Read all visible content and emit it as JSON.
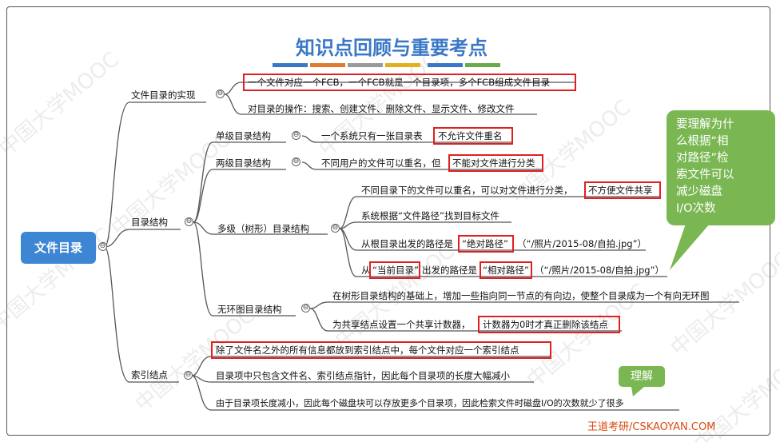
{
  "title": "知识点回顾与重要考点",
  "colors": {
    "title_bars": [
      "#3a78c6",
      "#e07a33",
      "#9a9a9a",
      "#e0b020",
      "#3a78c6",
      "#6aaa4a"
    ],
    "root_fill": "#3d86d4",
    "note_fill": "#7ab753",
    "highlight_border": "#e02020",
    "footer_text": "#d84a10"
  },
  "root": "文件目录",
  "branches": {
    "impl": {
      "label": "文件目录的实现",
      "items": [
        "一个文件对应一个FCB，一个FCB就是一个目录项，多个FCB组成文件目录",
        "对目录的操作：搜索、创建文件、删除文件、显示文件、修改文件"
      ]
    },
    "structure": {
      "label": "目录结构",
      "single": {
        "label": "单级目录结构",
        "text": "一个系统只有一张目录表",
        "highlight": "不允许文件重名"
      },
      "two": {
        "label": "两级目录结构",
        "text": "不同用户的文件可以重名，但",
        "highlight": "不能对文件进行分类"
      },
      "multi": {
        "label": "多级（树形）目录结构",
        "item1": {
          "text": "不同目录下的文件可以重名，可以对文件进行分类，",
          "highlight": "不方便文件共享"
        },
        "item2": {
          "text": "系统根据“文件路径”找到目标文件"
        },
        "item3": {
          "text": "从根目录出发的路径是",
          "highlight": "“绝对路径”",
          "rest": "（“/照片/2015-08/自拍.jpg”）"
        },
        "item4": {
          "prefix": "从",
          "highlight1": "“当前目录”",
          "middle": "出发的路径是",
          "highlight2": "“相对路径”",
          "rest": "（“/照片/2015-08/自拍.jpg”）"
        }
      },
      "acyclic": {
        "label": "无环图目录结构",
        "item1": "在树形目录结构的基础上，增加一些指向同一节点的有向边，使整个目录成为一个有向无环图",
        "item2": {
          "text": "为共享结点设置一个共享计数器，",
          "highlight": "计数器为0时才真正删除该结点"
        }
      }
    },
    "index": {
      "label": "索引结点",
      "item1": "除了文件名之外的所有信息都放到索引结点中，每个文件对应一个索引结点",
      "item2": "目录项中只包含文件名、索引结点指针，因此每个目录项的长度大幅减小",
      "item3": "由于目录项长度减小，因此每个磁盘块可以存放更多个目录项，因此检索文件时磁盘I/O的次数就少了很多"
    }
  },
  "note": {
    "lines": [
      "要理解为什",
      "么根据“相",
      "对路径”检",
      "索文件可以",
      "减少磁盘",
      "I/O次数"
    ]
  },
  "tag": "理解",
  "footer": "王道考研/CSKAOYAN.COM",
  "watermarks": [
    "中国大学MOOC",
    "中国大学MOOC",
    "中国大学MOOC",
    "中国大学MOOC",
    "中国大学MOOC",
    "中国大学MOOC",
    "中国大学MOOC",
    "中国大学MOOC",
    "中国大学MOOC",
    "中国大学MOOC"
  ]
}
